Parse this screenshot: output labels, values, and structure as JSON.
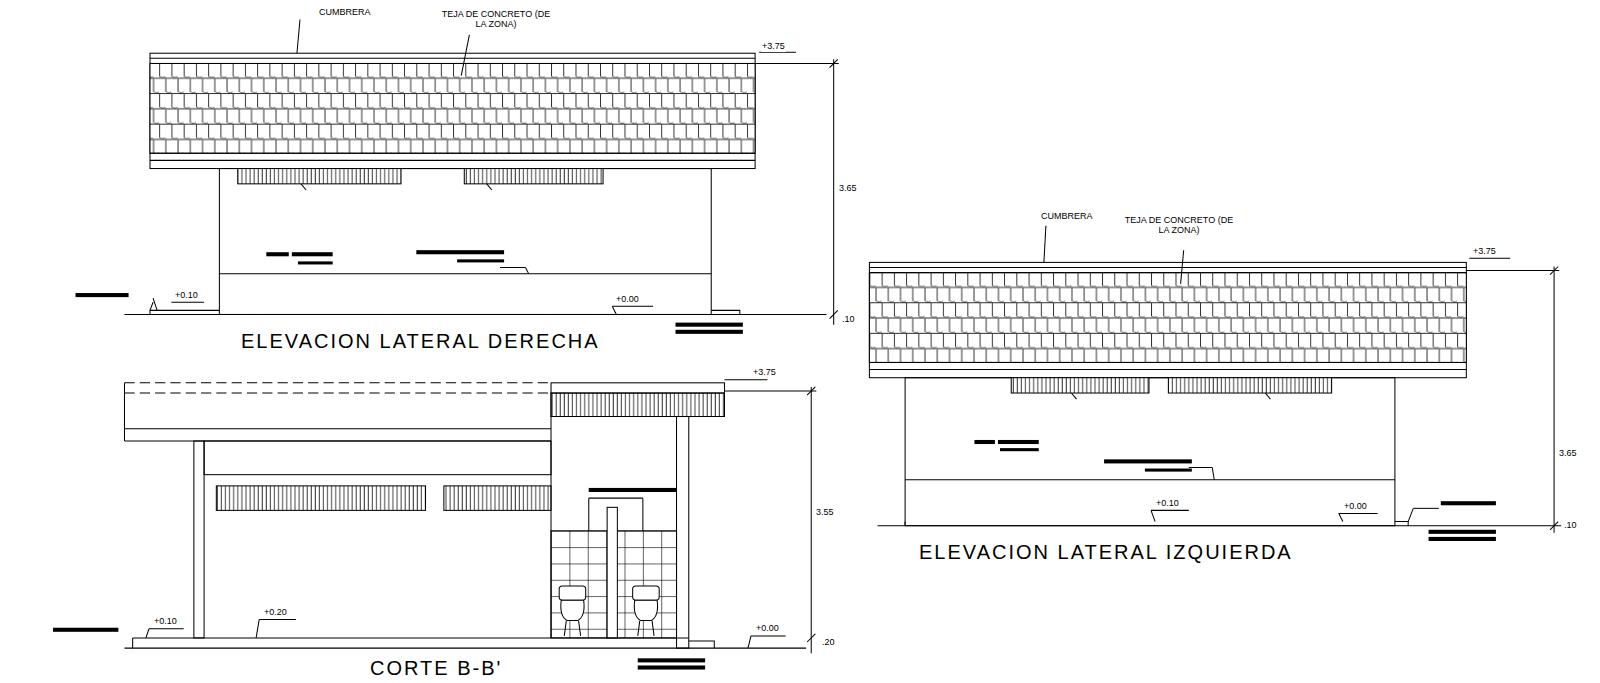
{
  "diagram": {
    "labels": [
      "CUMBRERA",
      "TEJA DE CONCRETO (DE LA ZONA)",
      "+3.75",
      "3.65",
      "+0.10",
      "+0.00",
      ".10",
      "ELEVACION LATERAL DERECHA",
      "CUMBRERA",
      "TEJA DE CONCRETO (DE LA ZONA)",
      "+3.75",
      "3.65",
      "+0.10",
      "+0.00",
      ".10",
      "ELEVACION LATERAL IZQUIERDA",
      "+3.75",
      "3.55",
      "+0.10",
      "+0.20",
      "+0.00",
      ".20",
      "CORTE B-B'"
    ]
  }
}
